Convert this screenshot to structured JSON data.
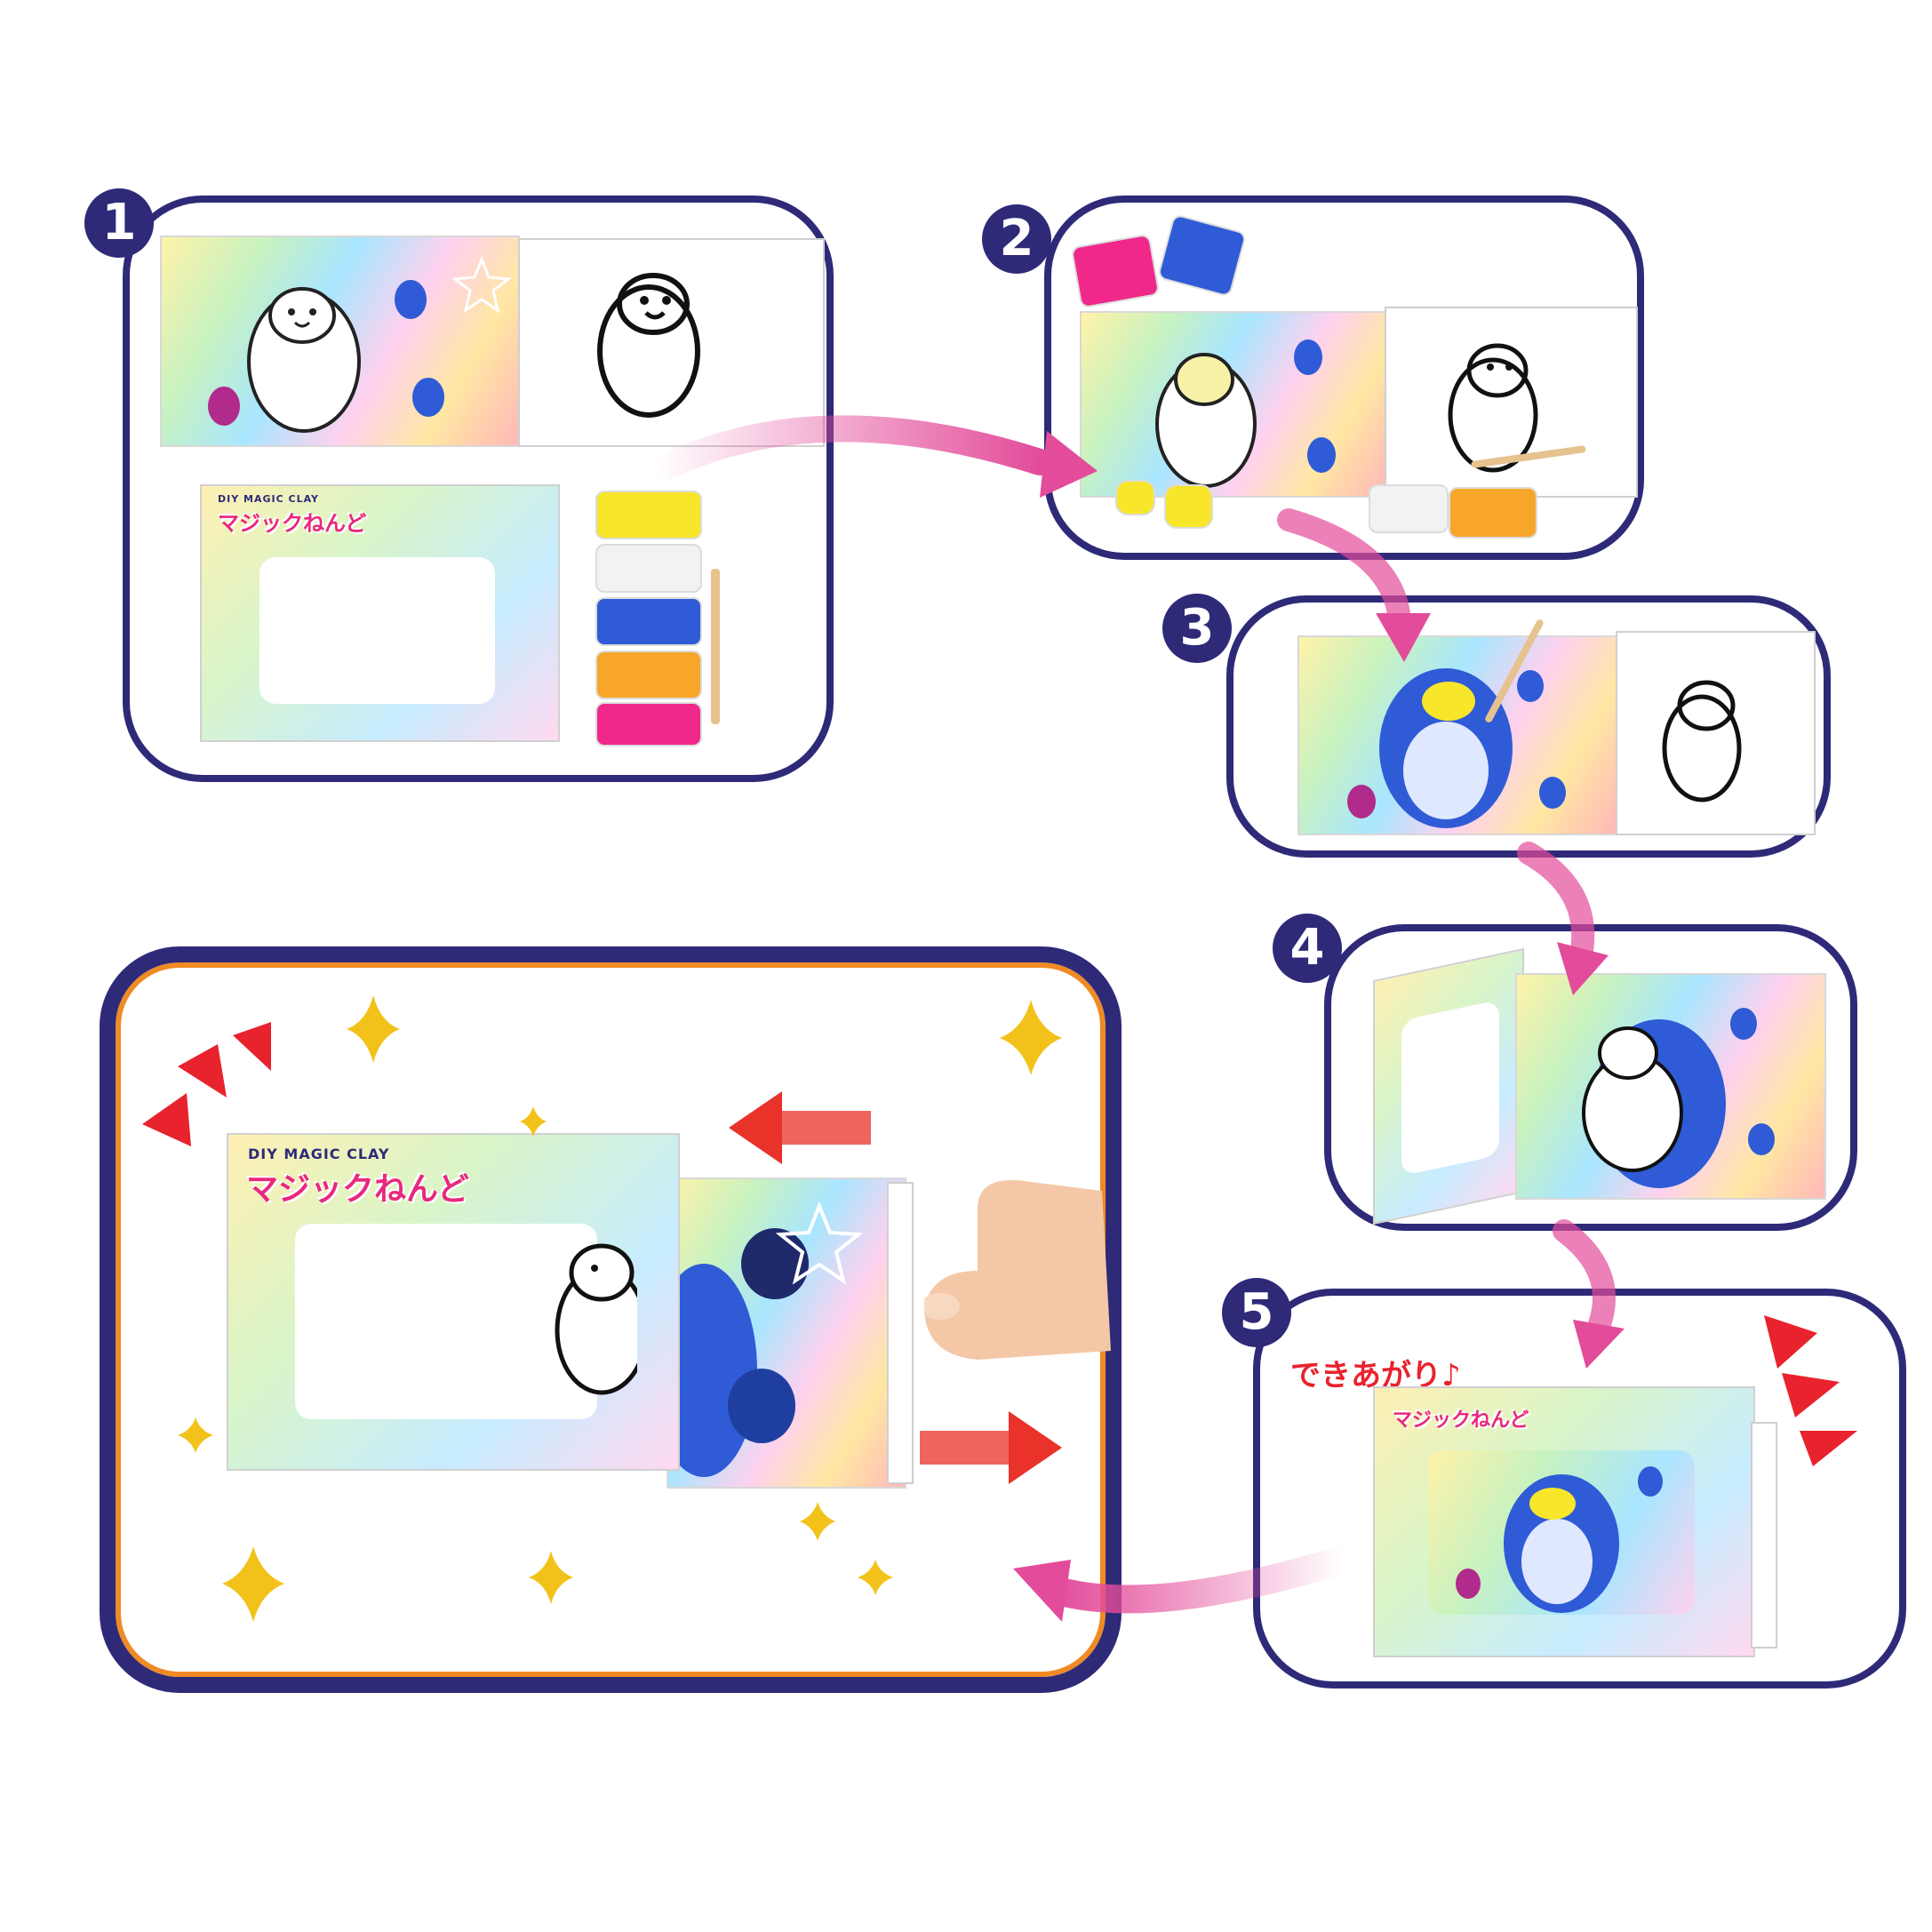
{
  "steps": [
    {
      "number": "1"
    },
    {
      "number": "2"
    },
    {
      "number": "3"
    },
    {
      "number": "4"
    },
    {
      "number": "5",
      "caption": "できあがり♪"
    }
  ],
  "product": {
    "subtitle": "DIY MAGIC CLAY",
    "title": "マジックねんど"
  },
  "colors": {
    "panel_border": "#2e2a78",
    "flow_arrow": "#e34c9a",
    "slide_arrow": "#e8322a",
    "accent_red": "#e8232d",
    "sparkle": "#f3c21a",
    "clay_yellow": "#f7e62a",
    "clay_white": "#f2f2f2",
    "clay_blue": "#2f5bd6",
    "clay_orange": "#f7a62a",
    "clay_pink": "#f0288a"
  }
}
